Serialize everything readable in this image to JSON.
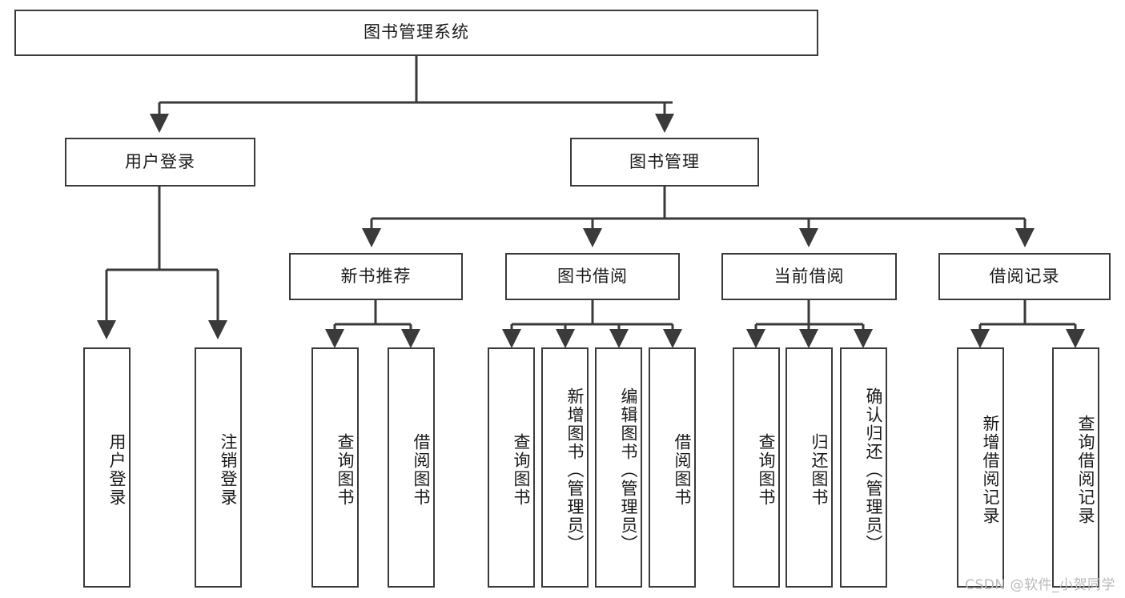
{
  "diagram": {
    "title_node": {
      "label": "图书管理系统"
    },
    "level2": [
      {
        "id": "user-login",
        "label": "用户登录"
      },
      {
        "id": "book-management",
        "label": "图书管理"
      }
    ],
    "level3": [
      {
        "id": "new-book-recommend",
        "label": "新书推荐"
      },
      {
        "id": "book-borrow",
        "label": "图书借阅"
      },
      {
        "id": "current-borrow",
        "label": "当前借阅"
      },
      {
        "id": "borrow-record",
        "label": "借阅记录"
      }
    ],
    "leaves": {
      "user_login": [
        {
          "id": "leaf-user-login",
          "label": "用户登录"
        },
        {
          "id": "leaf-logout-login",
          "label": "注销登录"
        }
      ],
      "new_book_recommend": [
        {
          "id": "leaf-query-book-1",
          "label": "查询图书"
        },
        {
          "id": "leaf-borrow-book-1",
          "label": "借阅图书"
        }
      ],
      "book_borrow": [
        {
          "id": "leaf-query-book-2",
          "label": "查询图书"
        },
        {
          "id": "leaf-add-book",
          "label": "新增图书（管理员）"
        },
        {
          "id": "leaf-edit-book",
          "label": "编辑图书（管理员）"
        },
        {
          "id": "leaf-borrow-book-2",
          "label": "借阅图书"
        }
      ],
      "current_borrow": [
        {
          "id": "leaf-query-book-3",
          "label": "查询图书"
        },
        {
          "id": "leaf-return-book",
          "label": "归还图书"
        },
        {
          "id": "leaf-confirm-return",
          "label": "确认归还（管理员）"
        }
      ],
      "borrow_record": [
        {
          "id": "leaf-add-borrow-record",
          "label": "新增借阅记录"
        },
        {
          "id": "leaf-query-borrow-record",
          "label": "查询借阅记录"
        }
      ]
    },
    "colors": {
      "stroke": "#3a3a3a",
      "fill": "#ffffff",
      "text": "#1a1a1a",
      "watermark": "#b9b9b9"
    }
  },
  "watermark": {
    "text": "CSDN @软件_小贺同学"
  }
}
